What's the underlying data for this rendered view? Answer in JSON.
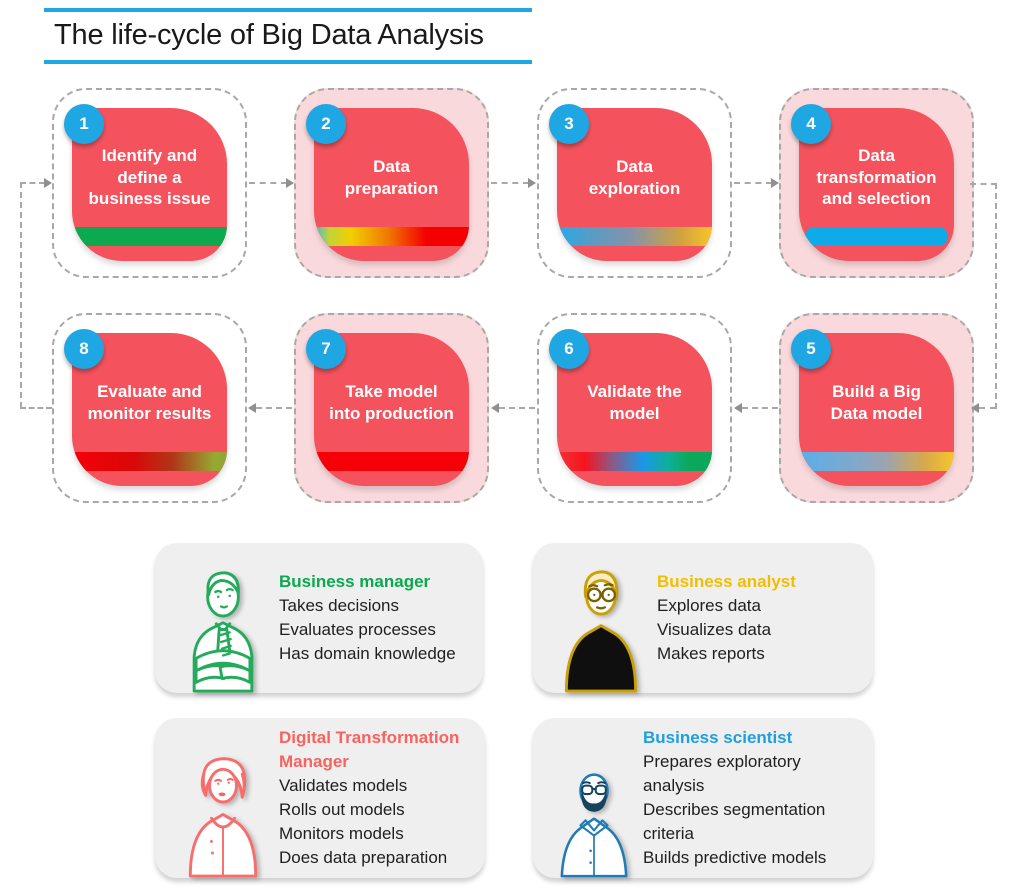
{
  "title": "The life-cycle of Big Data Analysis",
  "colors": {
    "accent_blue": "#1FA7E4",
    "box_red": "#F4535E",
    "halo_pink": "#FAD9DC",
    "dash_gray": "#A8A8A8",
    "card_bg": "#EFEFEF",
    "text_dark": "#1F1F1F"
  },
  "steps": [
    {
      "number": "1",
      "label": "Identify and\ndefine a\nbusiness issue",
      "halo": false,
      "stripe_colors": [
        "#0CA94E"
      ]
    },
    {
      "number": "2",
      "label": "Data\npreparation",
      "halo": true,
      "stripe_colors": [
        "#45B5D0 0%",
        "#C3D438 10%",
        "#F2CE00 24%",
        "#F07800 48%",
        "#F50000 72%",
        "#F50000 100%"
      ]
    },
    {
      "number": "3",
      "label": "Data\nexploration",
      "halo": false,
      "stripe_colors": [
        "#29A8E8 0%",
        "#5E9BC0 25%",
        "#8593A8 48%",
        "#D1A23F 80%",
        "#F7C42B 100%"
      ]
    },
    {
      "number": "4",
      "label": "Data\ntransformation\nand selection",
      "halo": true,
      "stripe_inset": true,
      "stripe_colors": [
        "#0FABE9"
      ]
    },
    {
      "number": "5",
      "label": "Build a Big\nData model",
      "halo": true,
      "stripe_colors": [
        "#5BAEE8 0%",
        "#7FA8CC 35%",
        "#9AA4B0 55%",
        "#D8A94A 82%",
        "#F7C62B 100%"
      ]
    },
    {
      "number": "6",
      "label": "Validate the\nmodel",
      "halo": false,
      "stripe_colors": [
        "#F5323A 0%",
        "#F5141E 18%",
        "#8A5A88 36%",
        "#1C97E8 55%",
        "#0FAF9A 72%",
        "#0CA85A 85%",
        "#0CA85A 100%"
      ]
    },
    {
      "number": "7",
      "label": "Take model\ninto production",
      "halo": true,
      "stripe_colors": [
        "#F50008"
      ]
    },
    {
      "number": "8",
      "label": "Evaluate and\nmonitor results",
      "halo": false,
      "stripe_colors": [
        "#F50008 0%",
        "#D90808 40%",
        "#B03618 65%",
        "#97A832 92%",
        "#8FA636 100%"
      ]
    }
  ],
  "roles": [
    {
      "name": "Business manager",
      "color": "#0AA94E",
      "avatar": "business-manager-avatar",
      "lines": [
        "Takes decisions",
        "Evaluates processes",
        "Has domain knowledge"
      ]
    },
    {
      "name": "Business analyst",
      "color": "#F2BE00",
      "avatar": "business-analyst-avatar",
      "lines": [
        "Explores data",
        "Visualizes data",
        "Makes reports"
      ]
    },
    {
      "name": "Digital Transformation Manager",
      "color": "#F8625F",
      "avatar": "digital-transformation-manager-avatar",
      "lines": [
        "Validates models",
        "Rolls out models",
        "Monitors models",
        "Does data preparation"
      ]
    },
    {
      "name": "Business scientist",
      "color": "#1F9FE0",
      "avatar": "business-scientist-avatar",
      "lines": [
        "Prepares exploratory analysis",
        "Describes segmentation criteria",
        "Builds predictive models"
      ]
    }
  ]
}
